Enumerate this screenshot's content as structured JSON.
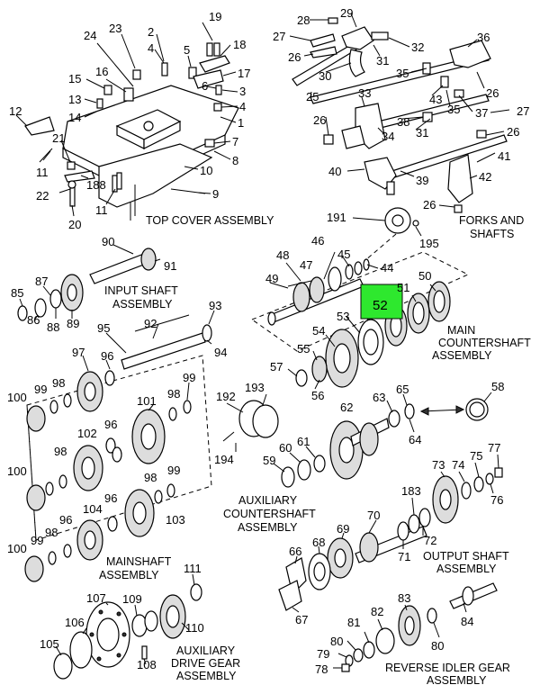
{
  "assemblies": {
    "top_cover": "TOP COVER ASSEMBLY",
    "forks_1": "FORKS AND",
    "forks_2": "SHAFTS",
    "input_1": "INPUT SHAFT",
    "input_2": "ASSEMBLY",
    "main_cs_1": "MAIN",
    "main_cs_2": "COUNTERSHAFT",
    "main_cs_3": "ASSEMBLY",
    "aux_cs_1": "AUXILIARY",
    "aux_cs_2": "COUNTERSHAFT",
    "aux_cs_3": "ASSEMBLY",
    "mainshaft_1": "MAINSHAFT",
    "mainshaft_2": "ASSEMBLY",
    "output_1": "OUTPUT SHAFT",
    "output_2": "ASSEMBLY",
    "aux_drive_1": "AUXILIARY",
    "aux_drive_2": "DRIVE GEAR",
    "aux_drive_3": "ASSEMBLY",
    "rev_idler_1": "REVERSE IDLER GEAR",
    "rev_idler_2": "ASSEMBLY"
  },
  "highlighted_part": "52",
  "highlight_color": "#2ee82e",
  "callouts": {
    "top": [
      "19",
      "2",
      "23",
      "24",
      "4",
      "5",
      "18",
      "17",
      "16",
      "15",
      "13",
      "14",
      "12",
      "6",
      "3",
      "4b",
      "1",
      "7",
      "8",
      "10",
      "9",
      "21",
      "188",
      "22",
      "11a",
      "11b",
      "20"
    ],
    "forks": [
      "28",
      "29",
      "27",
      "32",
      "26",
      "31",
      "36",
      "30",
      "35",
      "25",
      "26b",
      "33",
      "43",
      "35b",
      "38",
      "26c",
      "37",
      "27b",
      "26d",
      "31b",
      "34",
      "40",
      "39",
      "41",
      "42",
      "26e"
    ],
    "main_cs": [
      "191",
      "195",
      "48",
      "46",
      "45",
      "44",
      "47",
      "49",
      "50",
      "51",
      "53",
      "54",
      "55",
      "57",
      "56"
    ],
    "input": [
      "90",
      "91",
      "87",
      "85",
      "86",
      "88",
      "89"
    ],
    "mainshaft": [
      "92",
      "93",
      "95",
      "94",
      "97",
      "96",
      "99",
      "98",
      "100",
      "101",
      "98b",
      "99b",
      "102",
      "96b",
      "98c",
      "100b",
      "96c",
      "98d",
      "99c",
      "104",
      "103",
      "96d",
      "98e",
      "99d",
      "100c"
    ],
    "aux_cs": [
      "192",
      "193",
      "194",
      "58",
      "65",
      "63",
      "62",
      "64",
      "59",
      "60",
      "61"
    ],
    "output": [
      "77",
      "73",
      "74",
      "75",
      "76",
      "183",
      "72",
      "70",
      "71",
      "69",
      "68",
      "66",
      "67"
    ],
    "aux_drive": [
      "111",
      "107",
      "109",
      "106",
      "110",
      "105",
      "108"
    ],
    "rev_idler": [
      "83",
      "82",
      "84",
      "81",
      "80",
      "79",
      "78",
      "80b"
    ]
  }
}
